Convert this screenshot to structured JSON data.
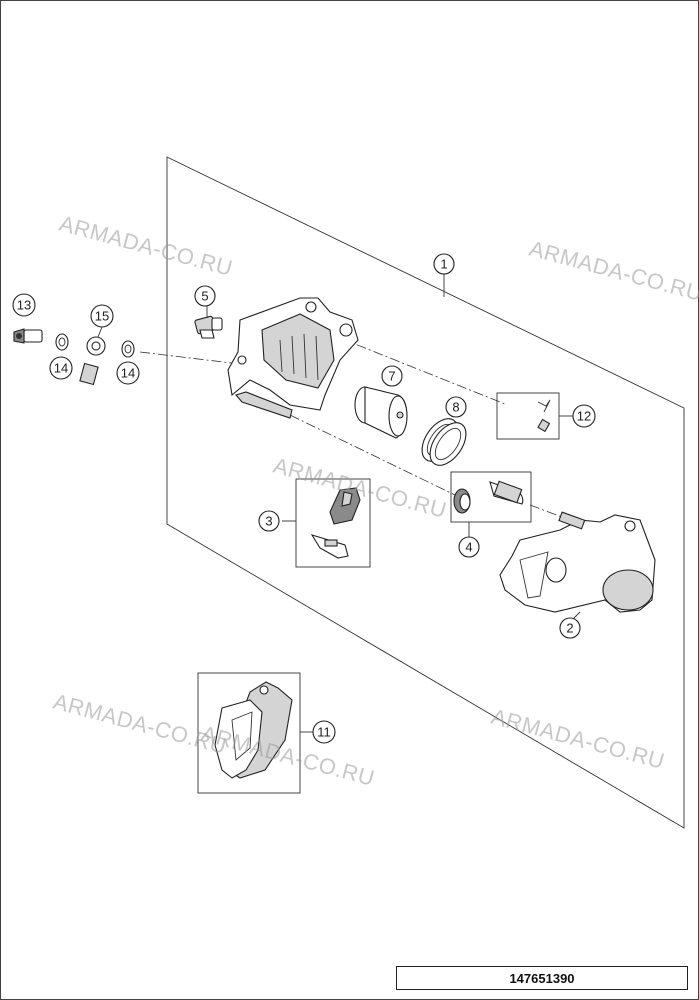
{
  "diagram": {
    "reference_number": "147651390",
    "watermarks": [
      "ARMADA-CO.RU",
      "ARMADA-CO.RU",
      "ARMADA-CO.RU",
      "ARMADA-CO.RU",
      "ARMADA-CO.RU",
      "ARMADA-CO.RU"
    ],
    "callouts": [
      "1",
      "2",
      "3",
      "4",
      "5",
      "7",
      "8",
      "11",
      "12",
      "13",
      "14",
      "14",
      "15"
    ]
  }
}
